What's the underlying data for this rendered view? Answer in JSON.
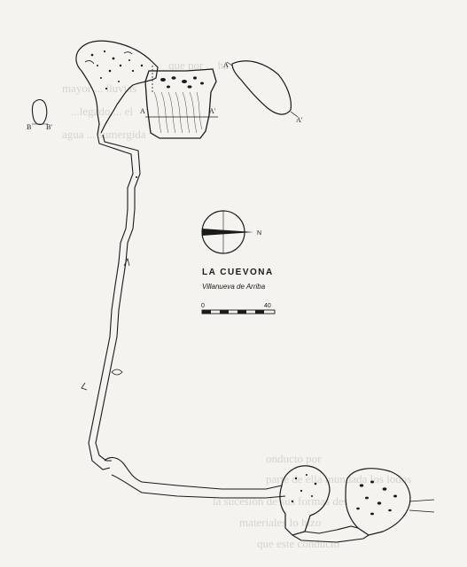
{
  "legend": {
    "title": "LA CUEVONA",
    "subtitle": "Villanueva de Arriba",
    "north_label": "N",
    "scale_start": "0",
    "scale_end": "40"
  },
  "sections": {
    "a_left": "A",
    "a_right": "A'",
    "b_left": "B",
    "b_right": "B'",
    "a_right_profile_top": "A",
    "a_right_profile_bottom": "A'"
  },
  "bleedthrough": {
    "line1": "que por ... ha",
    "line2": "mayor ... lluvias",
    "line3": "...legado ... el",
    "line4": "agua ... sumergida",
    "line5": "onducto por",
    "line6": "parte de ella inundada los lodos",
    "line7": "la sucesión de sus formas des",
    "line8": "materiales lo hizo",
    "line9": "que este conducto"
  }
}
